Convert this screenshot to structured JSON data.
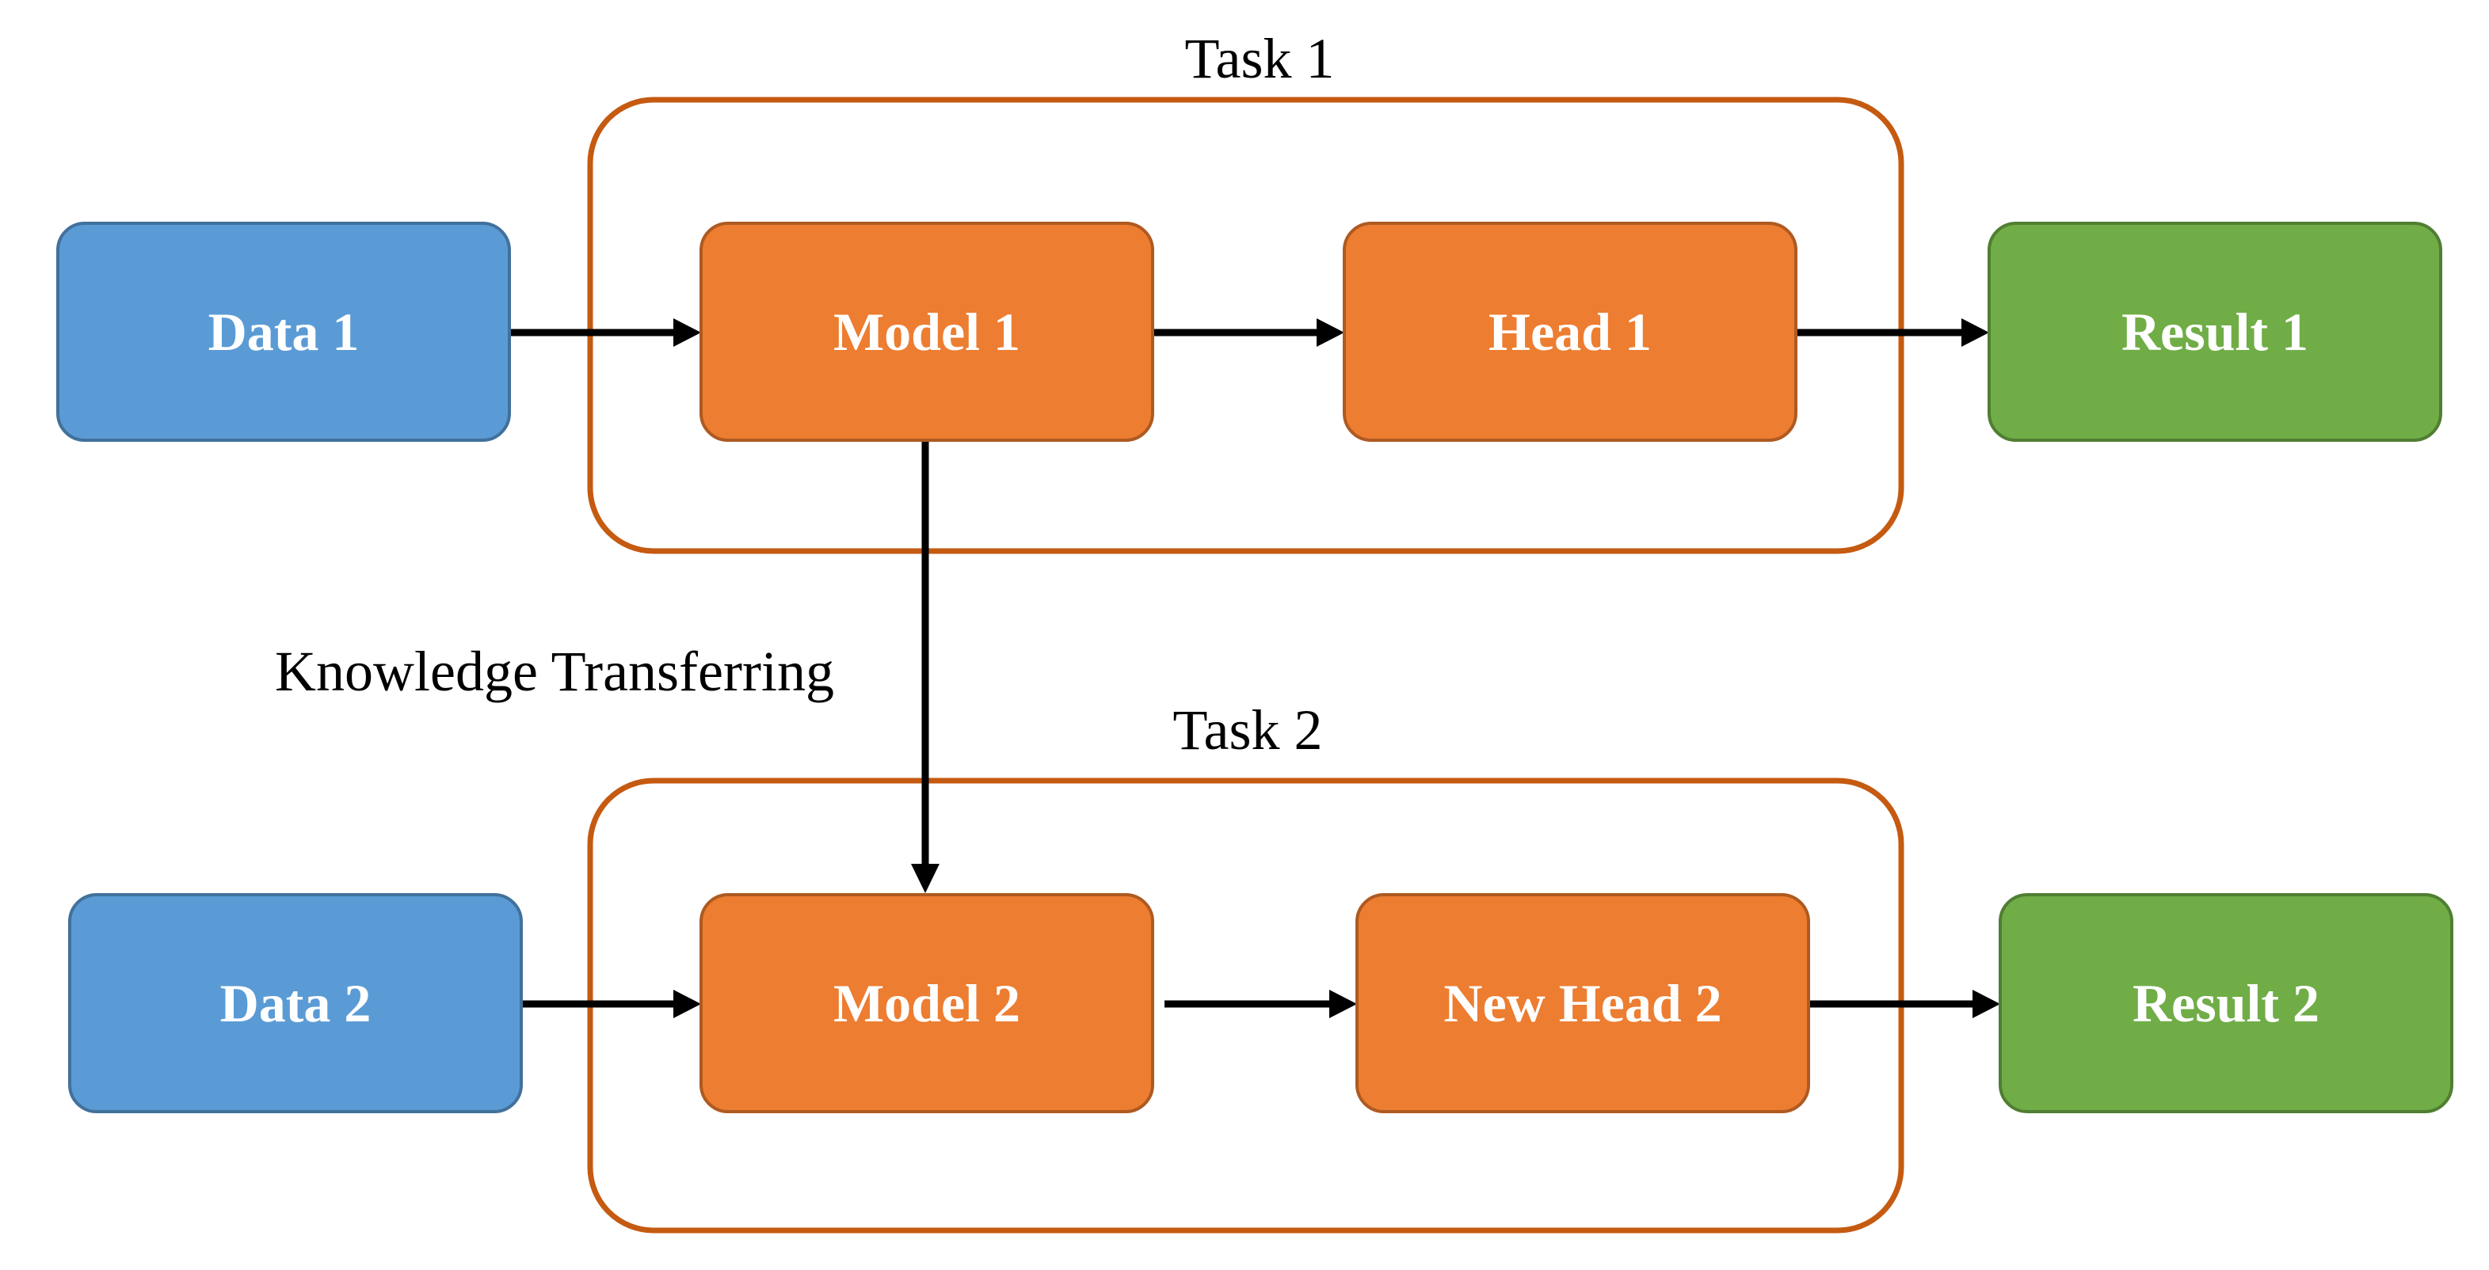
{
  "colors": {
    "data": "#5b9bd5",
    "data_border": "#41719c",
    "model": "#ed7d31",
    "model_border": "#ae5a21",
    "result": "#70ad47",
    "result_border": "#507e32",
    "task_border": "#c55a11",
    "arrow": "#000000"
  },
  "task1": {
    "title": "Task 1",
    "data": "Data 1",
    "model": "Model 1",
    "head": "Head 1",
    "result": "Result 1"
  },
  "task2": {
    "title": "Task 2",
    "data": "Data 2",
    "model": "Model 2",
    "head": "New Head 2",
    "result": "Result 2"
  },
  "transfer_label": "Knowledge Transferring"
}
